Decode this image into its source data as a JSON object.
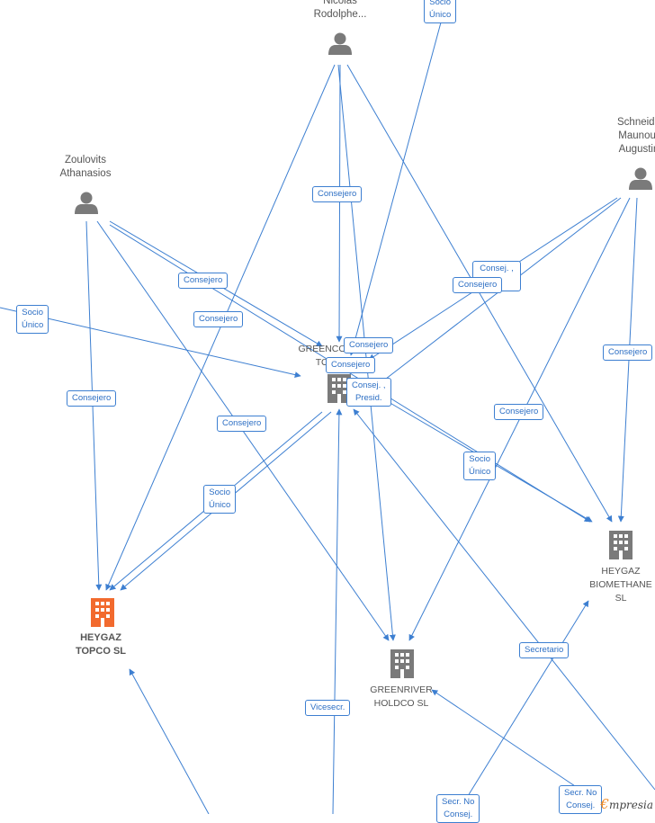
{
  "people": [
    {
      "id": "nicolas",
      "lines": [
        "Nicolas",
        "Rodolphe..."
      ]
    },
    {
      "id": "zoulovits",
      "lines": [
        "Zoulovits",
        "Athanasios"
      ]
    },
    {
      "id": "schneider",
      "lines": [
        "Schneide",
        "Maunour",
        "Augustin"
      ]
    }
  ],
  "companies": [
    {
      "id": "greencore",
      "lines": [
        "GREENCO",
        "TO"
      ]
    },
    {
      "id": "heygaz-topco",
      "lines": [
        "HEYGAZ",
        "TOPCO  SL"
      ]
    },
    {
      "id": "greenriver",
      "lines": [
        "GREENRIVER",
        "HOLDCO  SL"
      ]
    },
    {
      "id": "heygaz-bio",
      "lines": [
        "HEYGAZ",
        "BIOMETHANE",
        "SL"
      ]
    }
  ],
  "roles": [
    {
      "id": "r1",
      "lines": [
        "Socio",
        "Único"
      ]
    },
    {
      "id": "r2",
      "lines": [
        "Consejero"
      ]
    },
    {
      "id": "r3",
      "lines": [
        "Consej. ,"
      ]
    },
    {
      "id": "r4",
      "lines": [
        "Consejero"
      ]
    },
    {
      "id": "r5",
      "lines": [
        "Consejero"
      ]
    },
    {
      "id": "r6",
      "lines": [
        "Consejero"
      ]
    },
    {
      "id": "r7",
      "lines": [
        "Socio",
        "Único"
      ]
    },
    {
      "id": "r8",
      "lines": [
        "Consejero"
      ]
    },
    {
      "id": "r9",
      "lines": [
        "Consejero"
      ]
    },
    {
      "id": "r10",
      "lines": [
        "Consejero"
      ]
    },
    {
      "id": "r11",
      "lines": [
        "Consejero"
      ]
    },
    {
      "id": "r12",
      "lines": [
        "Consej. ,",
        "Presid."
      ]
    },
    {
      "id": "r13",
      "lines": [
        "Consejero"
      ]
    },
    {
      "id": "r14",
      "lines": [
        "Consejero"
      ]
    },
    {
      "id": "r15",
      "lines": [
        "Socio",
        "Único"
      ]
    },
    {
      "id": "r16",
      "lines": [
        "Socio",
        "Único"
      ]
    },
    {
      "id": "r17",
      "lines": [
        "Secretario"
      ]
    },
    {
      "id": "r18",
      "lines": [
        "Vicesecr."
      ]
    },
    {
      "id": "r19",
      "lines": [
        "Secr.  No",
        "Consej."
      ]
    },
    {
      "id": "r20",
      "lines": [
        "Secr.  No",
        "Consej."
      ]
    }
  ],
  "brand": {
    "initial": "€",
    "text": "mpresia"
  },
  "colors": {
    "edge": "#3d7fd1",
    "person": "#7a7a7a",
    "company": "#7a7a7a",
    "main_company": "#f26a2e"
  }
}
